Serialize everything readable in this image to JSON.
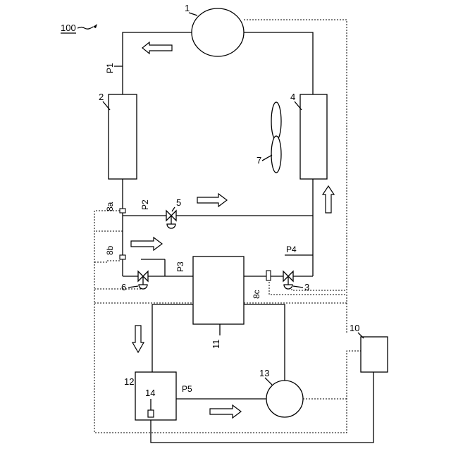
{
  "figure": {
    "system_ref": "100",
    "labels": {
      "compressor": "1",
      "heat_exchanger_indoor": "2",
      "valve_right": "3",
      "heat_exchanger_outdoor": "4",
      "valve_top": "5",
      "valve_left": "6",
      "fan": "7",
      "sensor_a": "8a",
      "sensor_b": "8b",
      "sensor_c": "8c",
      "controller": "10",
      "vessel": "11",
      "tank": "12",
      "pump": "13",
      "level_sensor": "14"
    },
    "pipes": {
      "p1": "P1",
      "p2": "P2",
      "p3": "P3",
      "p4": "P4",
      "p5": "P5"
    }
  }
}
